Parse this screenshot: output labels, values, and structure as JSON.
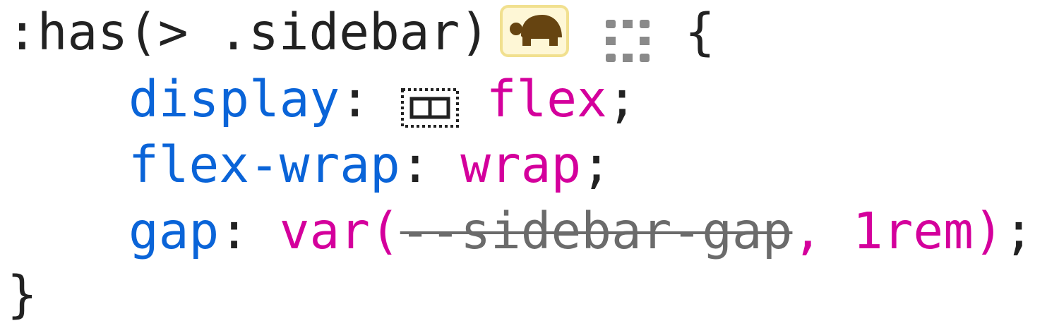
{
  "rule": {
    "selector": ":has(> .sidebar)",
    "badge_icon": "turtle-icon",
    "grid_icon": "grid-overlay-icon",
    "open_brace": "{",
    "close_brace": "}",
    "declarations": [
      {
        "property": "display",
        "colon": ": ",
        "icon": "flex-overlay-icon",
        "value": "flex",
        "end": ";"
      },
      {
        "property": "flex-wrap",
        "colon": ": ",
        "value": "wrap",
        "end": ";"
      },
      {
        "property": "gap",
        "colon": ": ",
        "value_prefix": "var(",
        "invalid_var": "--sidebar-gap",
        "value_suffix": ", 1rem)",
        "end": ";"
      }
    ]
  },
  "colors": {
    "property": "#0a64d8",
    "value": "#d4009c",
    "invalid": "#6b6b6b",
    "badge_bg": "#fef7d6",
    "turtle": "#664411"
  }
}
